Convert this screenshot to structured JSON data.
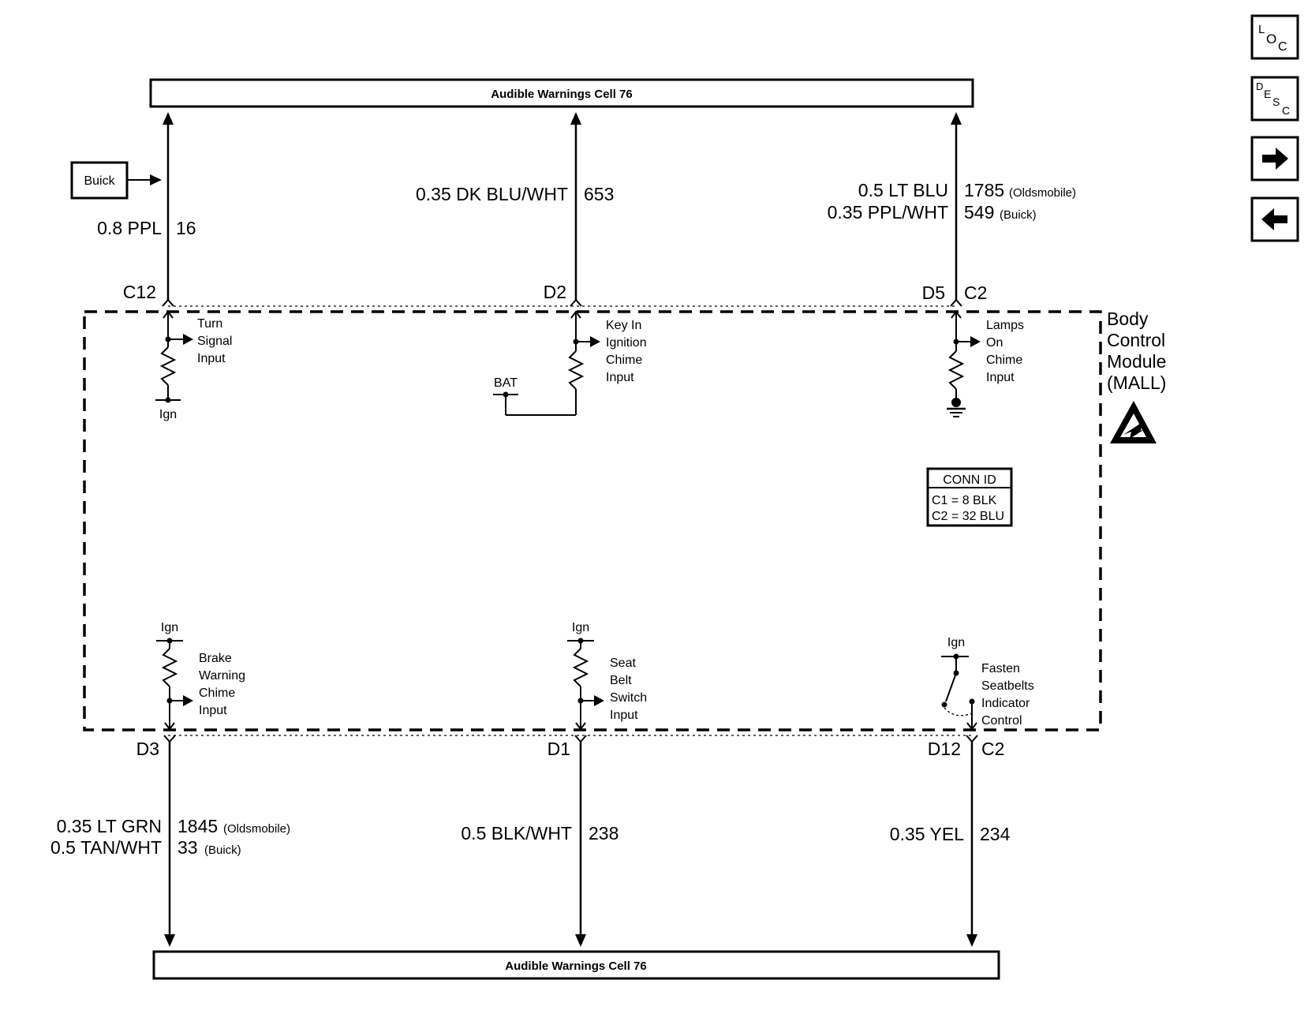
{
  "top_bar": {
    "label": "Audible Warnings Cell 76"
  },
  "bottom_bar": {
    "label": "Audible Warnings Cell 76"
  },
  "nav": {
    "loc": {
      "big": "L",
      "mid": "O",
      "small": "C"
    },
    "desc": {
      "big": "D",
      "mid": "E",
      "mid2": "S",
      "small": "C"
    },
    "forward_icon": "arrow-right-icon",
    "back_icon": "arrow-left-icon"
  },
  "module": {
    "name_lines": [
      "Body",
      "Control",
      "Module",
      "(MALL)"
    ],
    "esd_icon": "esd-warning-icon",
    "conn_id": {
      "title": "CONN ID",
      "rows": [
        "C1 = 8 BLK",
        "C2 = 32 BLU"
      ]
    }
  },
  "buick_box": {
    "label": "Buick"
  },
  "top_circuits": [
    {
      "id": "left",
      "wire_lines": [
        "0.8 PPL"
      ],
      "circuit_lines": [
        "16"
      ],
      "notes": [
        ""
      ],
      "connector_left": "C12",
      "connector_right": "",
      "input_label": [
        "Turn",
        "Signal",
        "Input"
      ],
      "supply": "Ign"
    },
    {
      "id": "mid",
      "wire_lines": [
        "0.35 DK BLU/WHT"
      ],
      "circuit_lines": [
        "653"
      ],
      "notes": [
        ""
      ],
      "connector_left": "D2",
      "connector_right": "",
      "input_label": [
        "Key In",
        "Ignition",
        "Chime",
        "Input"
      ],
      "supply": "BAT"
    },
    {
      "id": "right",
      "wire_lines": [
        "0.5 LT BLU",
        "0.35 PPL/WHT"
      ],
      "circuit_lines": [
        "1785",
        "549"
      ],
      "notes": [
        "(Oldsmobile)",
        "(Buick)"
      ],
      "connector_left": "D5",
      "connector_right": "C2",
      "input_label": [
        "Lamps",
        "On",
        "Chime",
        "Input"
      ],
      "supply": ""
    }
  ],
  "bottom_circuits": [
    {
      "id": "left",
      "wire_lines": [
        "0.35 LT GRN",
        "0.5 TAN/WHT"
      ],
      "circuit_lines": [
        "1845",
        "33"
      ],
      "notes": [
        "(Oldsmobile)",
        "(Buick)"
      ],
      "connector_left": "D3",
      "connector_right": "",
      "input_label": [
        "Brake",
        "Warning",
        "Chime",
        "Input"
      ],
      "supply": "Ign"
    },
    {
      "id": "mid",
      "wire_lines": [
        "0.5 BLK/WHT"
      ],
      "circuit_lines": [
        "238"
      ],
      "notes": [
        ""
      ],
      "connector_left": "D1",
      "connector_right": "",
      "input_label": [
        "Seat",
        "Belt",
        "Switch",
        "Input"
      ],
      "supply": "Ign"
    },
    {
      "id": "right",
      "wire_lines": [
        "0.35 YEL"
      ],
      "circuit_lines": [
        "234"
      ],
      "notes": [
        ""
      ],
      "connector_left": "D12",
      "connector_right": "C2",
      "input_label": [
        "Fasten",
        "Seatbelts",
        "Indicator",
        "Control"
      ],
      "supply": "Ign"
    }
  ]
}
